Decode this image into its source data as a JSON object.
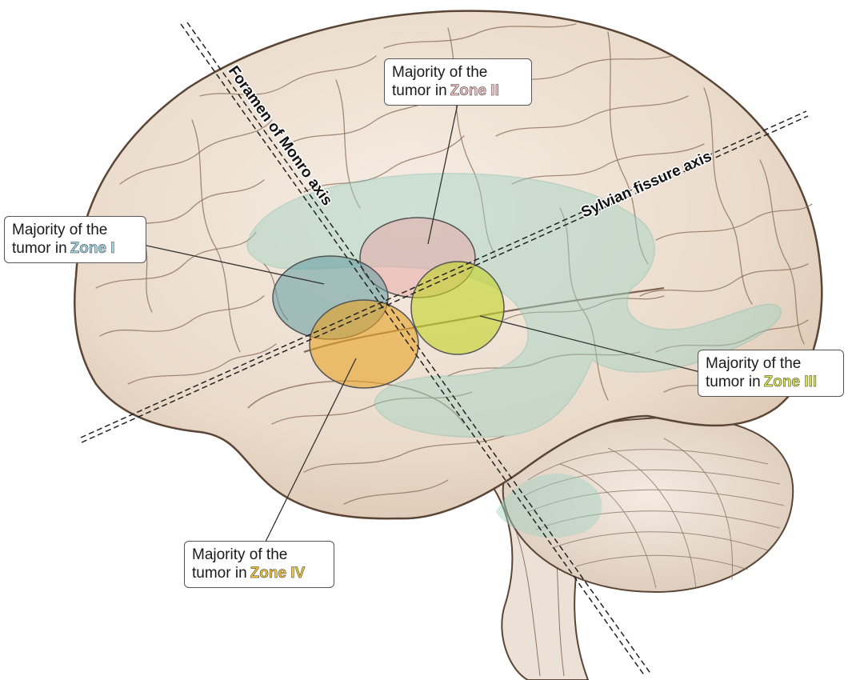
{
  "axes": {
    "foramen": {
      "label": "Foramen of Monro axis"
    },
    "sylvian": {
      "label": "Sylvian fissure axis"
    }
  },
  "callouts": {
    "zone1": {
      "prefix_line1": "Majority of the",
      "prefix_line2": "tumor in",
      "zone": "Zone I"
    },
    "zone2": {
      "prefix_line1": "Majority of the",
      "prefix_line2": "tumor in",
      "zone": "Zone II"
    },
    "zone3": {
      "prefix_line1": "Majority of the",
      "prefix_line2": "tumor in",
      "zone": "Zone III"
    },
    "zone4": {
      "prefix_line1": "Majority of the",
      "prefix_line2": "tumor in",
      "zone": "Zone IV"
    }
  },
  "colors": {
    "zone1": "#5f9aa0",
    "zone2": "#e8a3a3",
    "zone3": "#c4d42a",
    "zone4": "#e7a52a",
    "ventricle": "#9fd3c4",
    "brain_fill": "#efe3d6",
    "brain_outline": "#5a4536"
  }
}
